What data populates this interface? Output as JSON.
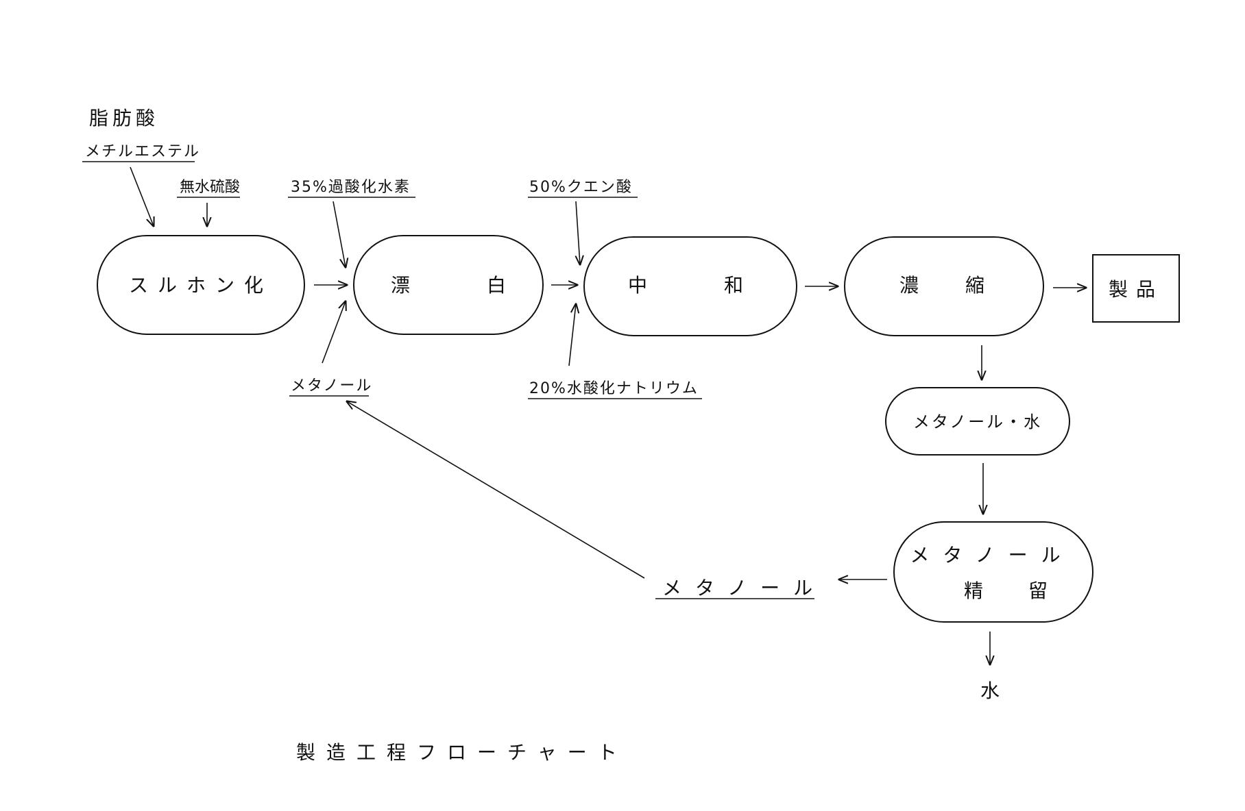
{
  "diagram": {
    "caption": "製造工程フローチャート",
    "inputs": {
      "fatty_acid_line1": "脂肪酸",
      "fatty_acid_line2": "メチルエステル",
      "sulfuric_anhydride": "無水硫酸",
      "hydrogen_peroxide": "35%過酸化水素",
      "citric_acid": "50%クエン酸",
      "methanol_feed": "メタノール",
      "sodium_hydroxide": "20%水酸化ナトリウム"
    },
    "steps": {
      "sulfonation": "スルホン化",
      "bleach_a": "漂",
      "bleach_b": "白",
      "neutral_a": "中",
      "neutral_b": "和",
      "concentrate_a": "濃",
      "concentrate_b": "縮",
      "product": "製品",
      "methanol_water": "メタノール・水",
      "distill_line1": "メタノール",
      "distill_line2_a": "精",
      "distill_line2_b": "留"
    },
    "outputs": {
      "recovered_methanol": "メタノール",
      "water": "水"
    }
  }
}
